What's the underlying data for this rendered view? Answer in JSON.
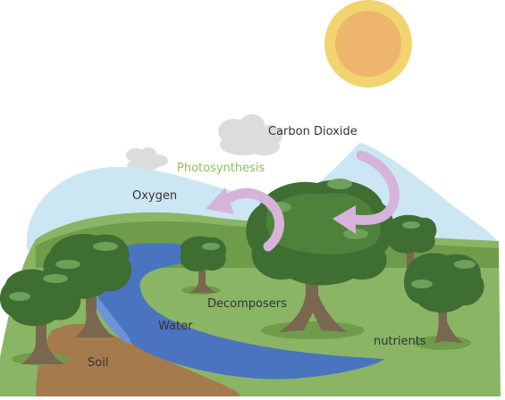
{
  "labels": {
    "carbon_dioxide": "Carbon Dioxide",
    "photosynthesis": "Photosynthesis",
    "oxygen": "Oxygen",
    "decomposers": "Decomposers",
    "water": "Water",
    "soil": "Soil",
    "nutrients": "nutrients"
  },
  "colors": {
    "sky_hill": "#cde6f3",
    "sun_outer": "#f2d46e",
    "sun_inner": "#eeb66c",
    "cloud": "#dcdcdc",
    "grass": "#8ab565",
    "grass_dark": "#6f9c4a",
    "forest": "#56893a",
    "water": "#4a74c0",
    "water_light": "#6d93d6",
    "soil": "#a57a4c",
    "trunk": "#7a6750",
    "leaf_dark": "#3f6e32",
    "leaf_mid": "#4e8139",
    "leaf_light": "#6ea05a",
    "arrow": "#d6b3db",
    "label_text": "#333333",
    "label_green": "#8dbf5a"
  }
}
